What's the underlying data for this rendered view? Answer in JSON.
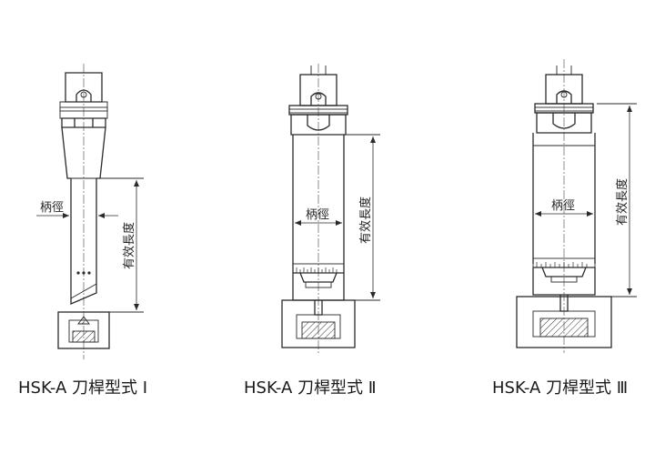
{
  "tools": [
    {
      "caption": "HSK-A  刀桿型式  Ⅰ",
      "shank_label": "柄徑",
      "length_label": "有效長度"
    },
    {
      "caption": "HSK-A  刀桿型式  Ⅱ",
      "shank_label": "柄徑",
      "length_label": "有效長度"
    },
    {
      "caption": "HSK-A  刀桿型式  Ⅲ",
      "shank_label": "柄徑",
      "length_label": "有效長度"
    }
  ]
}
